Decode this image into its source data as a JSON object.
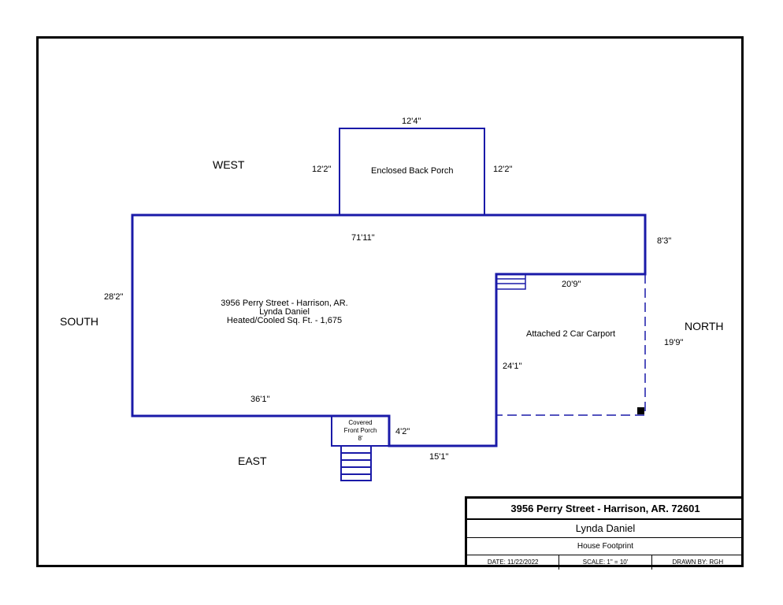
{
  "directions": {
    "west": "WEST",
    "south": "SOUTH",
    "north": "NORTH",
    "east": "EAST"
  },
  "dimensions": {
    "porch_width": "12'4\"",
    "porch_left_depth": "12'2\"",
    "porch_right_depth": "12'2\"",
    "house_top": "71'11\"",
    "north_jog": "8'3\"",
    "south_side": "28'2\"",
    "carport_top": "20'9\"",
    "carport_side": "19'9\"",
    "carport_left": "24'1\"",
    "house_bottom_left": "36'1\"",
    "front_porch_side": "4'2\"",
    "front_porch_width": "8'",
    "house_bottom_right": "15'1\""
  },
  "rooms": {
    "back_porch": "Enclosed Back Porch",
    "carport": "Attached 2 Car Carport",
    "front_porch_line1": "Covered",
    "front_porch_line2": "Front Porch"
  },
  "house_info": {
    "address": "3956 Perry Street - Harrison, AR.",
    "owner": "Lynda Daniel",
    "sqft": "Heated/Cooled Sq. Ft. - 1,675"
  },
  "title_block": {
    "address": "3956 Perry Street - Harrison, AR. 72601",
    "owner": "Lynda Daniel",
    "title": "House Footprint",
    "date": "DATE: 11/22/2022",
    "scale": "SCALE: 1\" = 10'",
    "drawn_by": "DRAWN BY: RGH"
  },
  "colors": {
    "wall": "#1a1aa8",
    "frame": "#000000"
  }
}
